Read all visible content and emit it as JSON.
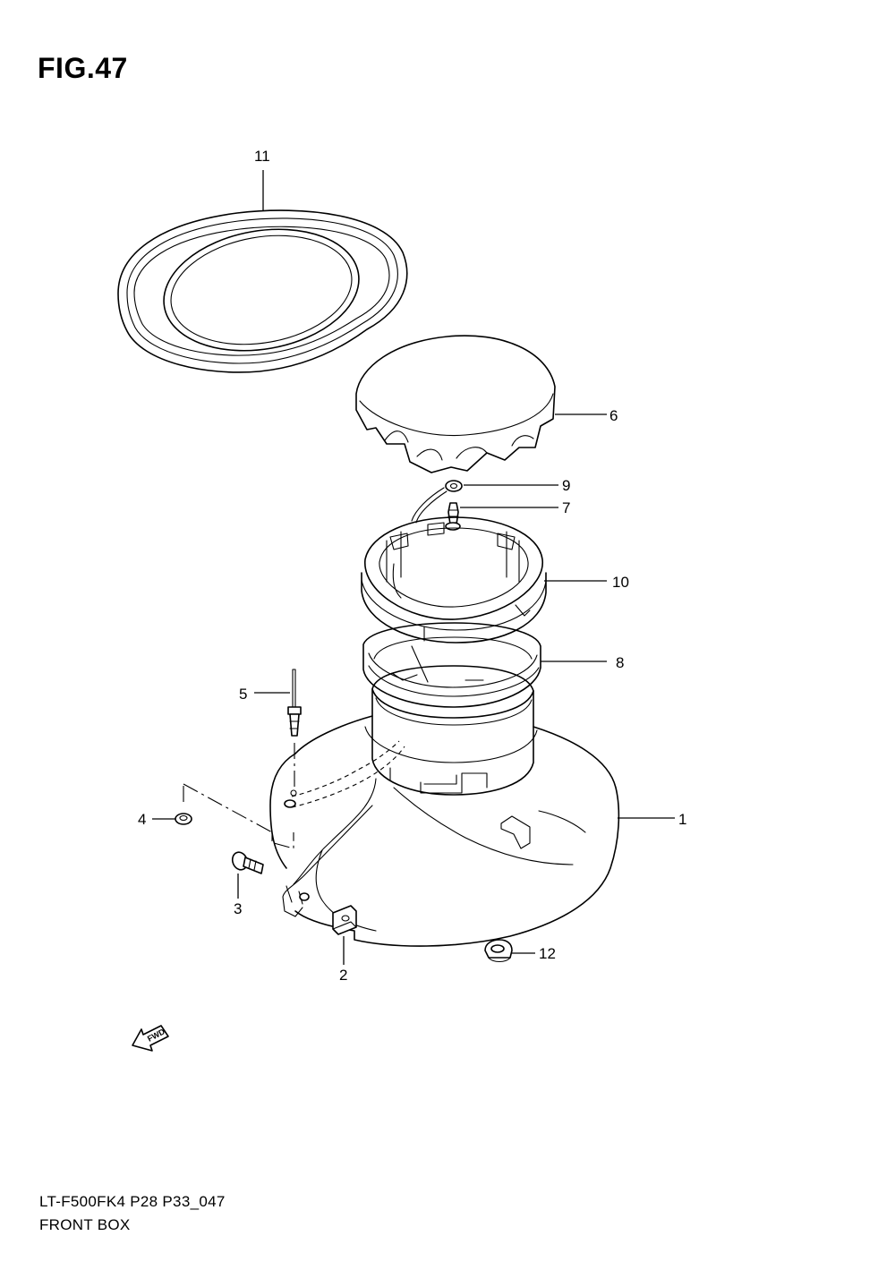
{
  "figure": {
    "title": "FIG.47"
  },
  "footer": {
    "model_code": "LT-F500FK4 P28 P33_047",
    "section_name": "FRONT BOX"
  },
  "callouts": {
    "c1": "1",
    "c2": "2",
    "c3": "3",
    "c4": "4",
    "c5": "5",
    "c6": "6",
    "c7": "7",
    "c8": "8",
    "c9": "9",
    "c10": "10",
    "c11": "11",
    "c12": "12"
  },
  "fwd_arrow": {
    "label": "FWD"
  }
}
